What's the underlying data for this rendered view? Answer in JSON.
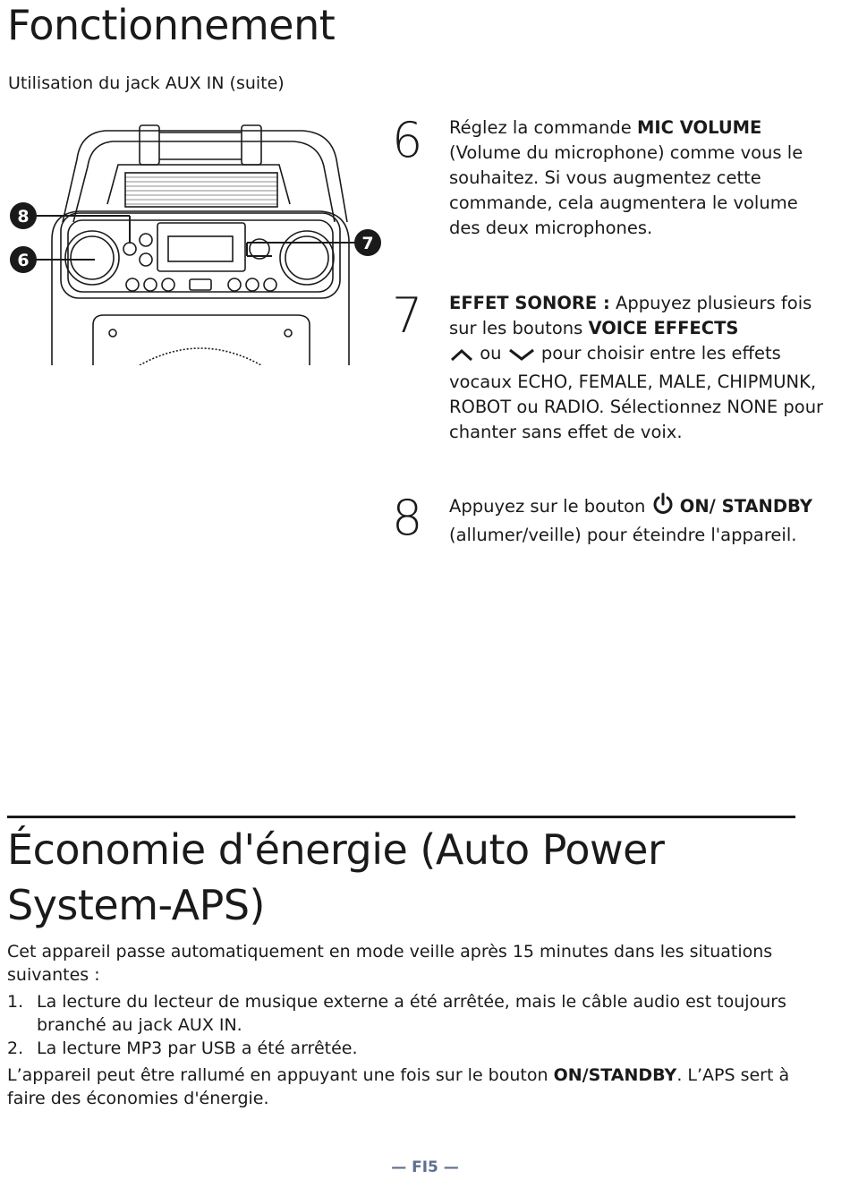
{
  "page": {
    "title": "Fonctionnement",
    "subtitle": "Utilisation du jack AUX IN (suite)"
  },
  "illustration": {
    "callouts": [
      "8",
      "6",
      "7"
    ]
  },
  "steps": [
    {
      "number": "6",
      "t1": "Réglez la commande ",
      "b1": "MIC VOLUME",
      "t2": " (Volume du microphone) comme vous le souhaitez. Si vous augmentez cette commande, cela augmentera le volume des deux microphones."
    },
    {
      "number": "7",
      "b1": "EFFET SONORE :",
      "t1": " Appuyez plusieurs fois sur les boutons ",
      "b2": "VOICE EFFECTS",
      "t2": " ou ",
      "t3": " pour choisir entre les effets vocaux ECHO, FEMALE, MALE, CHIPMUNK, ROBOT ou RADIO. Sélectionnez NONE pour chanter sans effet de voix."
    },
    {
      "number": "8",
      "t1": "Appuyez sur le bouton ",
      "b1": "ON/ STANDBY",
      "t2": " (allumer/veille) pour éteindre l'appareil."
    }
  ],
  "aps": {
    "heading": "Économie d'énergie (Auto Power System-APS)",
    "intro": "Cet appareil passe automatiquement en mode veille après 15 minutes dans les situations suivantes :",
    "items": [
      {
        "num": "1.",
        "text": "La lecture du lecteur de musique externe a été arrêtée, mais le câble audio est toujours branché au jack AUX IN."
      },
      {
        "num": "2.",
        "text": "La lecture MP3 par USB a été arrêtée."
      }
    ],
    "outro_t1": "L’appareil peut être rallumé en appuyant une fois sur le bouton ",
    "outro_b1": "ON/STANDBY",
    "outro_t2": ". L’APS sert à faire des économies d'énergie."
  },
  "footer": {
    "page_number": "— FI5 —"
  },
  "icons": {
    "chevron_up": "chevron-up-icon",
    "chevron_down": "chevron-down-icon",
    "power": "power-icon"
  }
}
